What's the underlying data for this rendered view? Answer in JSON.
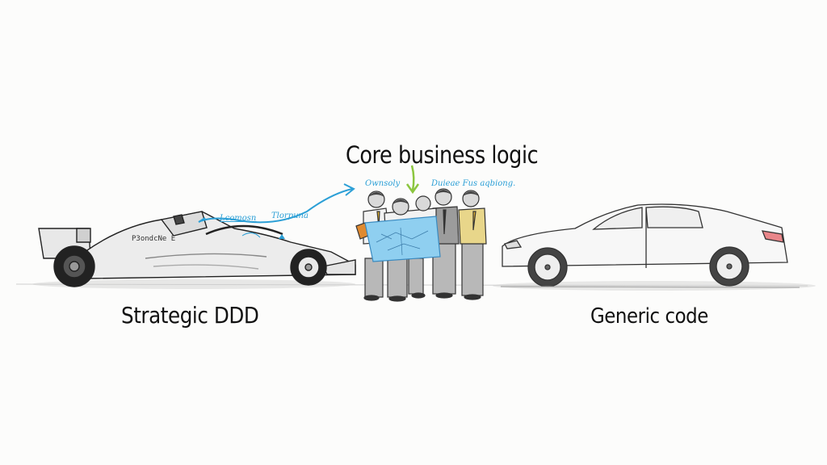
{
  "illustration": {
    "style": "hand-drawn pencil sketch",
    "background_color": "#fcfcfb",
    "accent_colors": {
      "annotation_blue": "#2b9fd6",
      "arrow_green": "#8cc63f",
      "blueprint": "#8fcff0",
      "vest_yellow": "#e8d68a",
      "taillight": "#e9868a"
    }
  },
  "labels": {
    "core": "Core business logic",
    "left": "Strategic DDD",
    "right": "Generic code"
  },
  "annotations": {
    "team_left": "Ownsoly",
    "team_right": "Duieae Fus aqbiong.",
    "arrow_start": "Lcomosn",
    "arrow_mid": "Tlorpuna",
    "car_livery": "P3ondcNe E"
  },
  "figures": {
    "left": "formula-one-race-car",
    "center": "team-of-five-people-reading-blueprint",
    "right": "sedan-car"
  }
}
